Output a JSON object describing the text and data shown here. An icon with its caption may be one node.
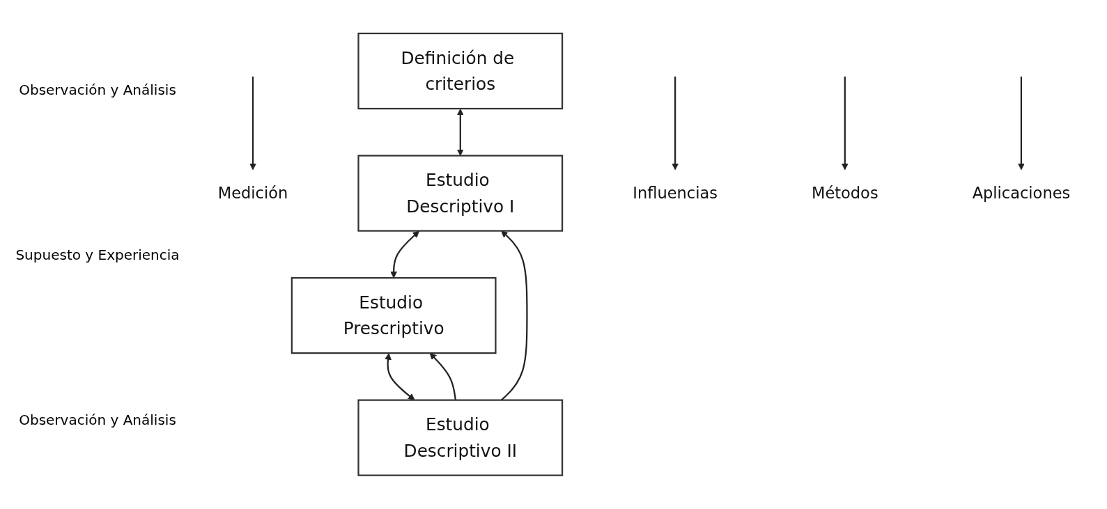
{
  "diagram": {
    "nodes": [
      {
        "text": [
          "Definición de criterios"
        ]
      },
      {
        "text": [
          "Medición"
        ]
      },
      {
        "text": [
          "Estudio Descriptivo I"
        ]
      },
      {
        "text": [
          "Influencias"
        ]
      },
      {
        "text": [
          "Estudio Prescriptivo"
        ]
      },
      {
        "text": [
          "Métodos"
        ]
      },
      {
        "text": [
          "Estudio Descriptivo II"
        ]
      },
      {
        "text": [
          "Aplicaciones"
        ]
      }
    ],
    "edges": [
      {
        "from": null,
        "to": 1,
        "arrow": "to"
      },
      {
        "from": 0,
        "to": 2,
        "arrow": "both"
      },
      {
        "from": null,
        "to": 3,
        "arrow": "to"
      },
      {
        "from": 2,
        "to": 4,
        "arrow": "both"
      },
      {
        "from": null,
        "to": 5,
        "arrow": "to"
      },
      {
        "from": 4,
        "to": 6,
        "arrow": "both"
      },
      {
        "from": null,
        "to": 7,
        "arrow": "to"
      },
      {
        "from": 6,
        "to": 2,
        "arrow": "to"
      },
      {
        "from": 6,
        "to": 4,
        "arrow": "to"
      }
    ],
    "labels": [
      "Observación y Análisis",
      "Supuesto y Experiencia",
      "Observación y Análisis"
    ]
  }
}
